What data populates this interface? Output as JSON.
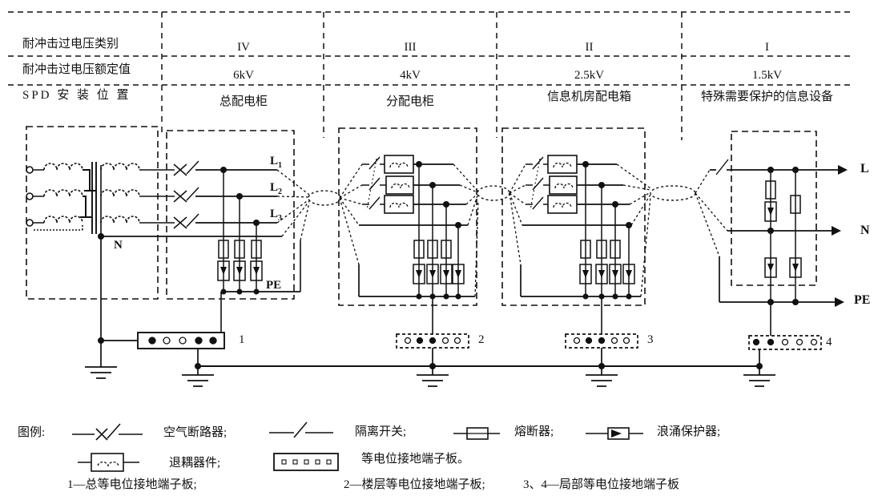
{
  "header": {
    "row_labels": {
      "category": "耐冲击过电压类别",
      "rated": "耐冲击过电压额定值",
      "spd_location": "SPD 安 装 位 置"
    },
    "columns": [
      {
        "category": "IV",
        "rated": "6kV",
        "location": "总配电柜"
      },
      {
        "category": "III",
        "rated": "4kV",
        "location": "分配电柜"
      },
      {
        "category": "II",
        "rated": "2.5kV",
        "location": "信息机房配电箱"
      },
      {
        "category": "I",
        "rated": "1.5kV",
        "location": "特殊需要保护的信息设备"
      }
    ]
  },
  "circuit": {
    "phases": [
      {
        "base": "L",
        "sub": "1"
      },
      {
        "base": "L",
        "sub": "2"
      },
      {
        "base": "L",
        "sub": "3"
      }
    ],
    "neutral_label": "N",
    "pe_label": "PE",
    "outputs": {
      "l": "L",
      "n": "N",
      "pe": "PE"
    },
    "terminal_boards": [
      {
        "number": "1"
      },
      {
        "number": "2"
      },
      {
        "number": "3"
      },
      {
        "number": "4"
      }
    ]
  },
  "legend": {
    "title": "图例:",
    "items": [
      {
        "id": "air-circuit-breaker",
        "label": "空气断路器;"
      },
      {
        "id": "isolating-switch",
        "label": "隔离开关;"
      },
      {
        "id": "fuse",
        "label": "熔断器;"
      },
      {
        "id": "surge-protector",
        "label": "浪涌保护器;"
      },
      {
        "id": "decoupling-device",
        "label": "退耦器件;"
      },
      {
        "id": "equipotential-terminal-board",
        "label": "等电位接地端子板。"
      }
    ],
    "notes": [
      {
        "text": "1—总等电位接地端子板;"
      },
      {
        "text": "2—楼层等电位接地端子板;"
      },
      {
        "text": "3、4—局部等电位接地端子板"
      }
    ]
  },
  "colors": {
    "ink": "#111111",
    "background": "#ffffff"
  }
}
